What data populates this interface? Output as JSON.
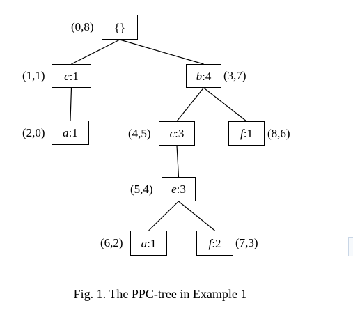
{
  "figure": {
    "caption": "Fig. 1. The PPC-tree in Example 1"
  },
  "tree": {
    "nodes": [
      {
        "id": "root",
        "item": "",
        "count": "{}",
        "label": "(0,8)",
        "parent": null
      },
      {
        "id": "c1",
        "item": "c",
        "count": ":1",
        "label": "(1,1)",
        "parent": "root"
      },
      {
        "id": "b4",
        "item": "b",
        "count": ":4",
        "label": "(3,7)",
        "parent": "root"
      },
      {
        "id": "a1",
        "item": "a",
        "count": ":1",
        "label": "(2,0)",
        "parent": "c1"
      },
      {
        "id": "c3",
        "item": "c",
        "count": ":3",
        "label": "(4,5)",
        "parent": "b4"
      },
      {
        "id": "f1",
        "item": "f",
        "count": ":1",
        "label": "(8,6)",
        "parent": "b4"
      },
      {
        "id": "e3",
        "item": "e",
        "count": ":3",
        "label": "(5,4)",
        "parent": "c3"
      },
      {
        "id": "a1b",
        "item": "a",
        "count": ":1",
        "label": "(6,2)",
        "parent": "e3"
      },
      {
        "id": "f2",
        "item": "f",
        "count": ":2",
        "label": "(7,3)",
        "parent": "e3"
      }
    ]
  }
}
